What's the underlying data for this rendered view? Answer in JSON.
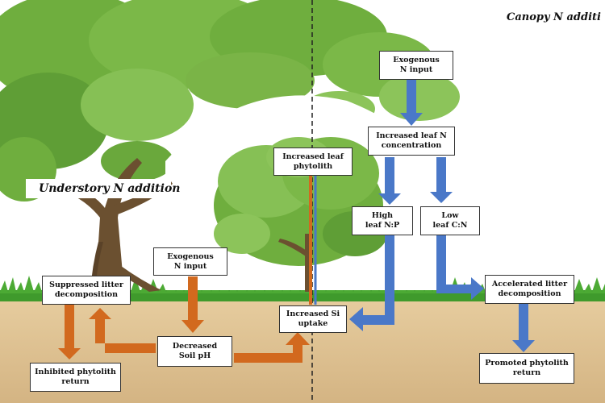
{
  "labels": {
    "canopy_heading": "Canopy N additi",
    "understory_heading": "Understory N addition"
  },
  "boxes": {
    "canopy_exogenous_input": "Exogenous\nN input",
    "increased_leaf_n_concentration": "Increased leaf N\nconcentration",
    "high_leaf_np": "High\nleaf N:P",
    "low_leaf_cn": "Low\nleaf C:N",
    "increased_leaf_phytolith": "Increased leaf\nphytolith",
    "understory_exogenous_input": "Exogenous\nN input",
    "suppressed_litter_decomposition": "Suppressed litter\ndecomposition",
    "inhibited_phytolith_return": "Inhibited phytolith\nreturn",
    "decreased_soil_ph": "Decreased\nSoil pH",
    "increased_si_uptake": "Increased Si\nuptake",
    "accelerated_litter_decomposition": "Accelerated litter\ndecomposition",
    "promoted_phytolith_return": "Promoted phytolith\nreturn"
  },
  "colors": {
    "canopy_arrow": "#4a78c8",
    "understory_arrow": "#d2691e",
    "soil": "#e0c496",
    "grass": "#3f9a2c",
    "foliage": "#6fae3e",
    "trunk": "#6b5030"
  }
}
